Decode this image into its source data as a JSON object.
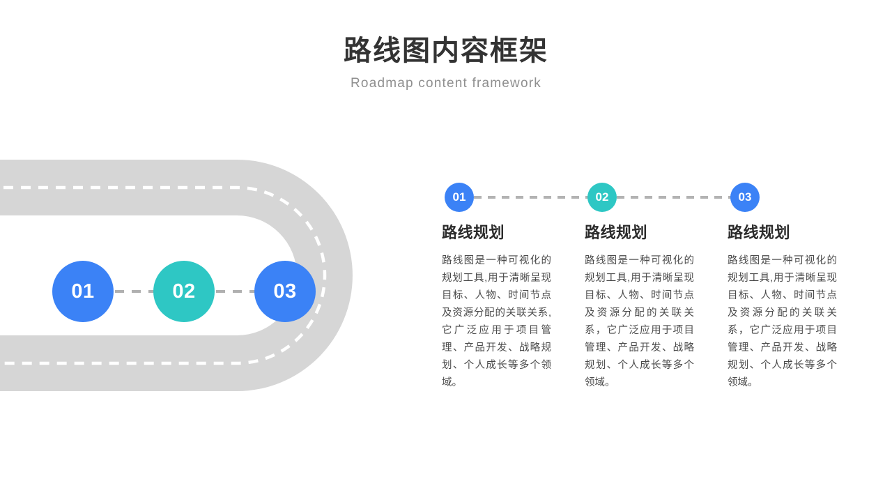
{
  "header": {
    "title": "路线图内容框架",
    "subtitle": "Roadmap content framework"
  },
  "colors": {
    "blue": "#3b82f6",
    "teal": "#2ec7c4",
    "road_gray": "#d6d6d6",
    "road_dash": "#ffffff",
    "connector_gray": "#b0b0b0",
    "title_dark": "#333333",
    "subtitle_gray": "#8f8f8f",
    "body_gray": "#4a4a4a"
  },
  "road": {
    "shape": "u-turn-road",
    "lane_dash_style": "dashed-white-centerline"
  },
  "milestones": [
    {
      "number": "01",
      "color": "#3b82f6"
    },
    {
      "number": "02",
      "color": "#2ec7c4"
    },
    {
      "number": "03",
      "color": "#3b82f6"
    }
  ],
  "steps": [
    {
      "badge": "01",
      "badge_color": "#3b82f6",
      "title": "路线规划",
      "body": "路线图是一种可视化的规划工具,用于清晰呈现目标、人物、时间节点及资源分配的关联关系,它广泛应用于项目管理、产品开发、战略规划、个人成长等多个领域。"
    },
    {
      "badge": "02",
      "badge_color": "#2ec7c4",
      "title": "路线规划",
      "body": "路线图是一种可视化的规划工具,用于清晰呈现目标、人物、时间节点及资源分配的关联关系，它广泛应用于项目管理、产品开发、战略规划、个人成长等多个领域。"
    },
    {
      "badge": "03",
      "badge_color": "#3b82f6",
      "title": "路线规划",
      "body": "路线图是一种可视化的规划工具,用于清晰呈现目标、人物、时间节点及资源分配的关联关系，它广泛应用于项目管理、产品开发、战略规划、个人成长等多个领域。"
    }
  ]
}
